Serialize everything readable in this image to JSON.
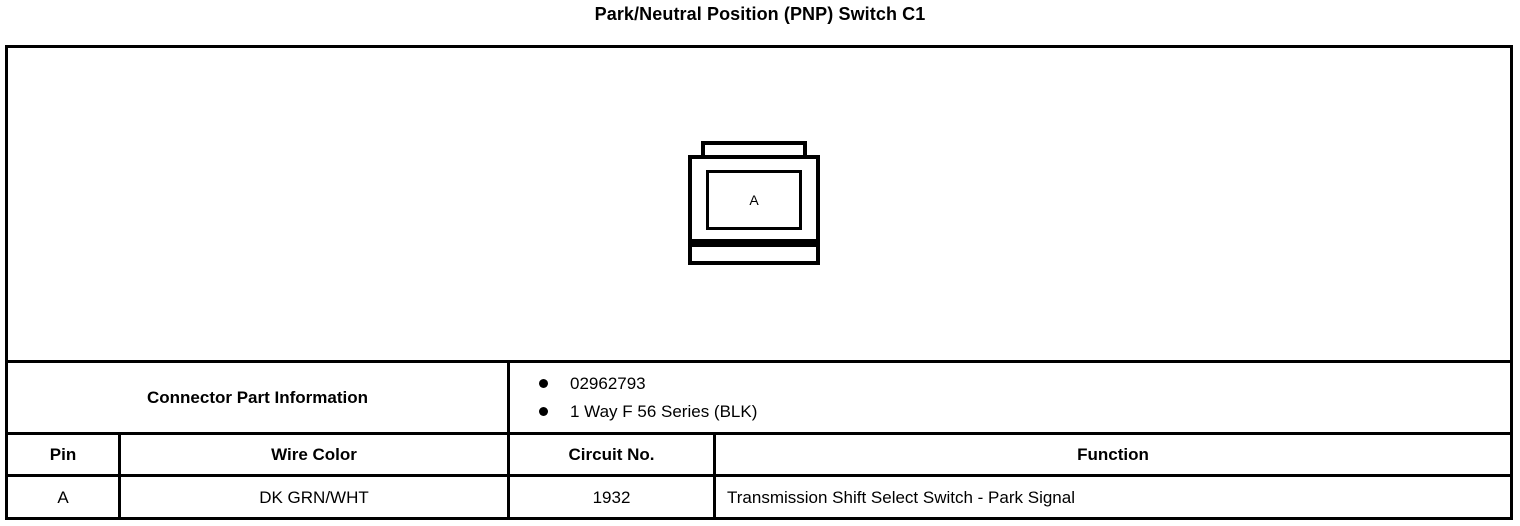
{
  "page": {
    "title": "Park/Neutral Position (PNP) Switch C1"
  },
  "connector_graphic": {
    "name": "connector-face-view",
    "cavity_label": "A",
    "outline_color": "#000000",
    "fill_color": "#ffffff"
  },
  "part_information": {
    "label": "Connector Part Information",
    "items": [
      "02962793",
      "1 Way F 56 Series (BLK)"
    ]
  },
  "pin_table": {
    "headers": [
      "Pin",
      "Wire Color",
      "Circuit No.",
      "Function"
    ],
    "rows": [
      {
        "pin": "A",
        "wire_color": "DK GRN/WHT",
        "circuit_no": "1932",
        "function": "Transmission Shift Select Switch - Park Signal"
      }
    ]
  }
}
